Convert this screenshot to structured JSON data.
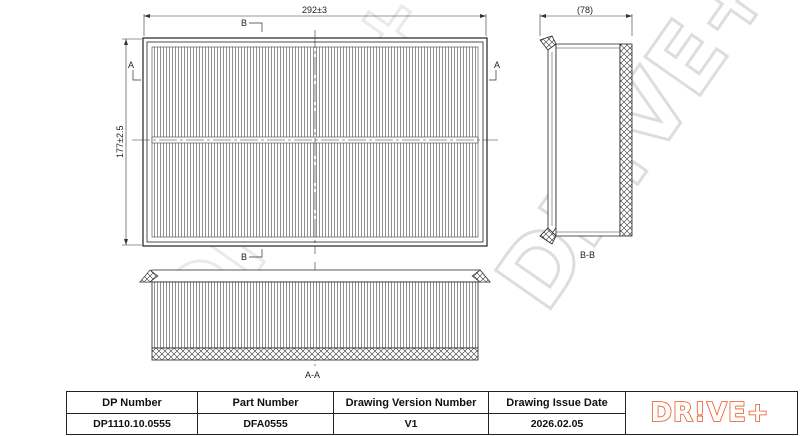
{
  "drawing": {
    "dim_length": "292±3",
    "dim_width": "177±2.5",
    "dim_depth": "(78)",
    "section_a": "A",
    "section_b": "B",
    "view_aa": "A-A",
    "view_bb": "B-B",
    "watermark": "DR!VE+"
  },
  "title_block": {
    "headers": [
      "DP Number",
      "Part Number",
      "Drawing Version Number",
      "Drawing Issue Date"
    ],
    "values": [
      "DP1110.10.0555",
      "DFA0555",
      "V1",
      "2026.02.05"
    ],
    "logo_text": "DR!VE+",
    "brand_color": "#e8541c"
  }
}
